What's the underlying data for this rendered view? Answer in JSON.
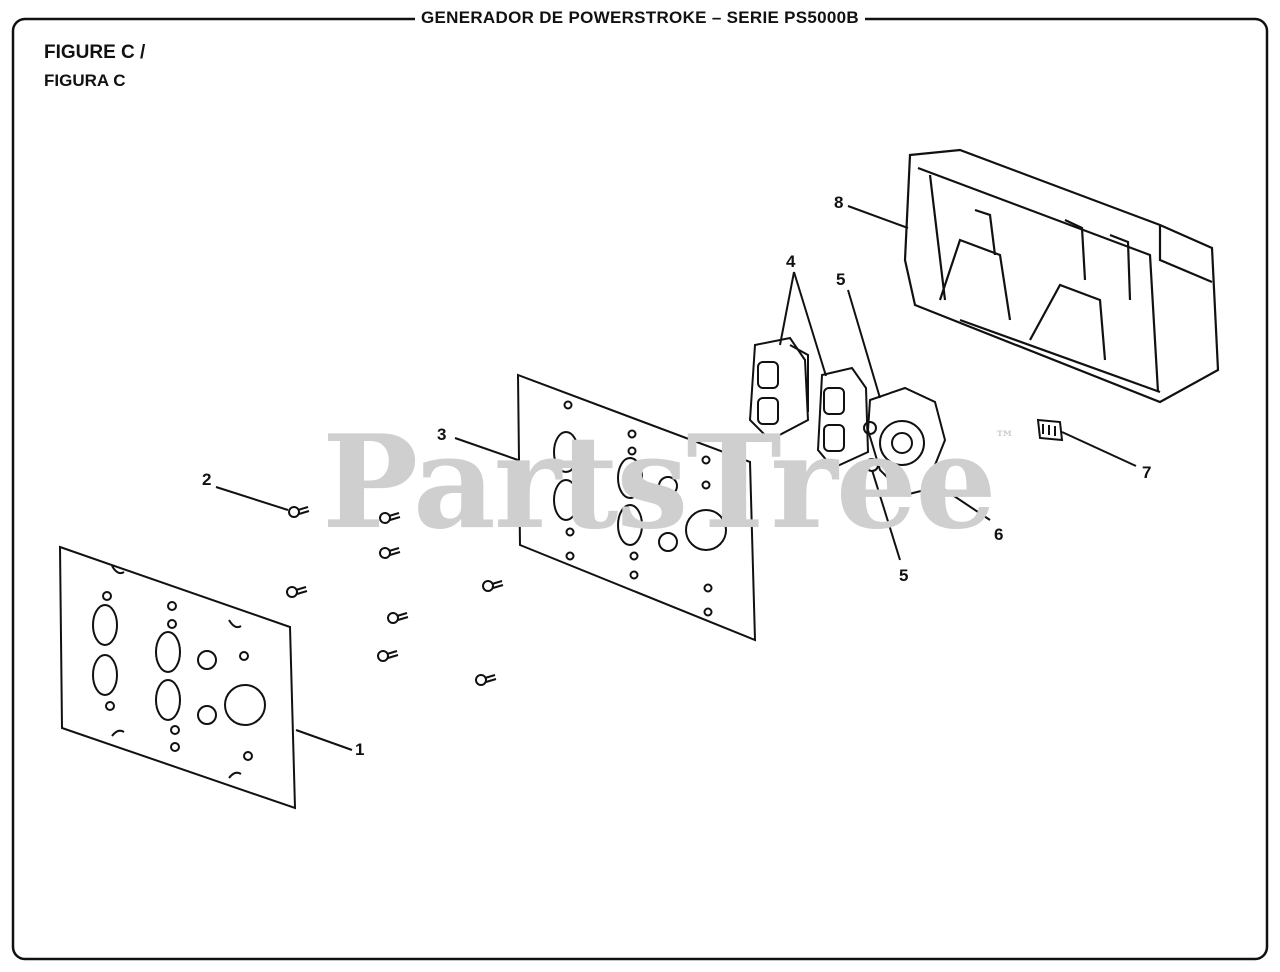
{
  "header": {
    "title": "GENERADOR DE POWERSTROKE – SERIE PS5000B"
  },
  "figure": {
    "label_en": "FIGURE C /",
    "label_es": "FIGURA C"
  },
  "watermark": {
    "text": "PartsTree",
    "mark": "™"
  },
  "callouts": {
    "c1": "1",
    "c2": "2",
    "c3": "3",
    "c4": "4",
    "c5a": "5",
    "c5b": "5",
    "c6": "6",
    "c7": "7",
    "c8": "8"
  },
  "colors": {
    "line": "#111111",
    "watermark": "#cfcfcf",
    "background": "#ffffff"
  }
}
